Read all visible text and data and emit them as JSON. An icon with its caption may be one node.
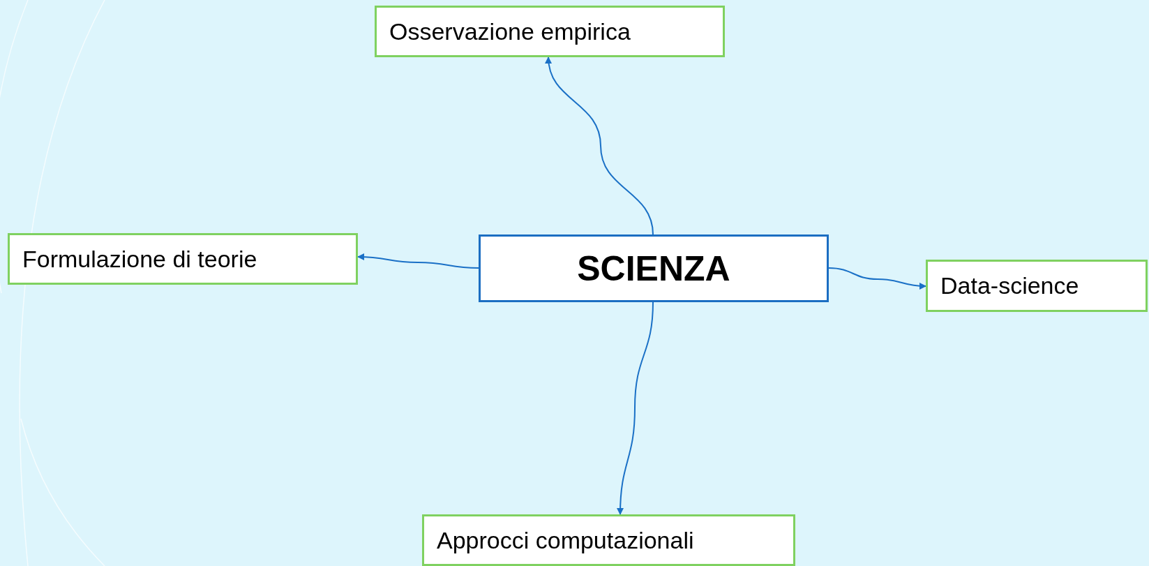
{
  "diagram": {
    "nodes": [
      {
        "text": [
          "SCIENZA"
        ]
      },
      {
        "text": [
          "Osservazione empirica"
        ]
      },
      {
        "text": [
          "Formulazione di teorie"
        ]
      },
      {
        "text": [
          "Data-science"
        ]
      },
      {
        "text": [
          "Approcci computazionali"
        ]
      }
    ],
    "edges": [
      {
        "from": 0,
        "to": 1,
        "arrow": "to"
      },
      {
        "from": 0,
        "to": 2,
        "arrow": "to"
      },
      {
        "from": 0,
        "to": 3,
        "arrow": "to"
      },
      {
        "from": 0,
        "to": 4,
        "arrow": "to"
      }
    ]
  }
}
